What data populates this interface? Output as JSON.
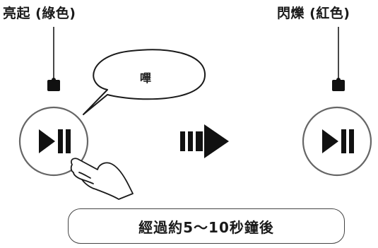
{
  "steps": {
    "left_label": "亮起 (綠色)",
    "right_label": "閃爍 (紅色)",
    "speech": "嗶",
    "caption": "經過約5〜10秒鐘後"
  },
  "icons": {
    "button": "play-pause-icon",
    "arrow": "right-arrow-icon",
    "hand": "pointing-hand-icon",
    "led": "led-indicator-icon"
  },
  "colors": {
    "stroke": "#1a1a1a",
    "circle": "#666666"
  }
}
